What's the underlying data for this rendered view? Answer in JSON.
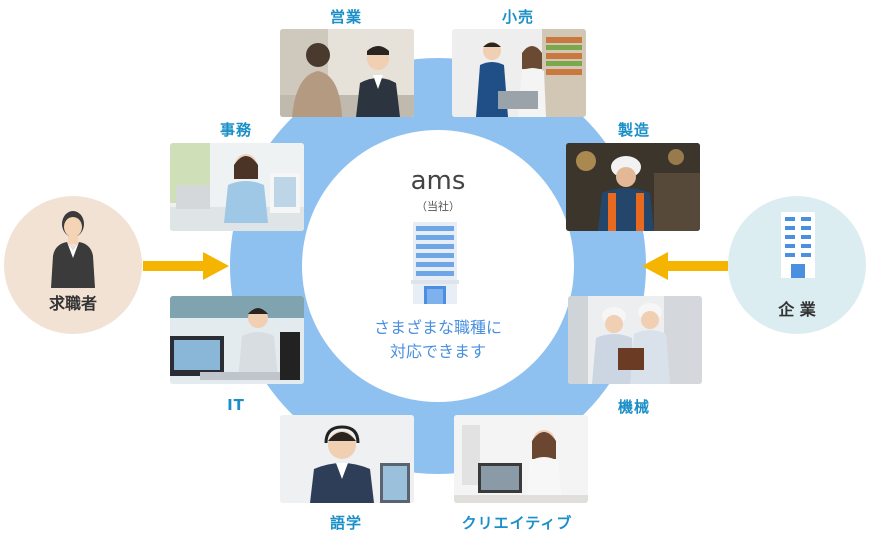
{
  "center": {
    "title": "ams",
    "subtitle": "（当社）",
    "line1": "さまざまな職種に",
    "line2": "対応できます"
  },
  "left_node": {
    "label": "求職者",
    "icon": "person-icon"
  },
  "right_node": {
    "label": "企 業",
    "icon": "building-icon"
  },
  "jobs": {
    "sales": "営業",
    "retail": "小売",
    "office": "事務",
    "manufacturing": "製造",
    "it": "IT",
    "machinery": "機械",
    "language": "語学",
    "creative": "クリエイティブ"
  },
  "colors": {
    "ring": "#8ec1ef",
    "accent": "#f4b400",
    "label": "#1b8fc8",
    "center_text": "#4a8fe0",
    "job_seeker_bg": "#f1e2d4",
    "company_bg": "#dcedf2"
  }
}
